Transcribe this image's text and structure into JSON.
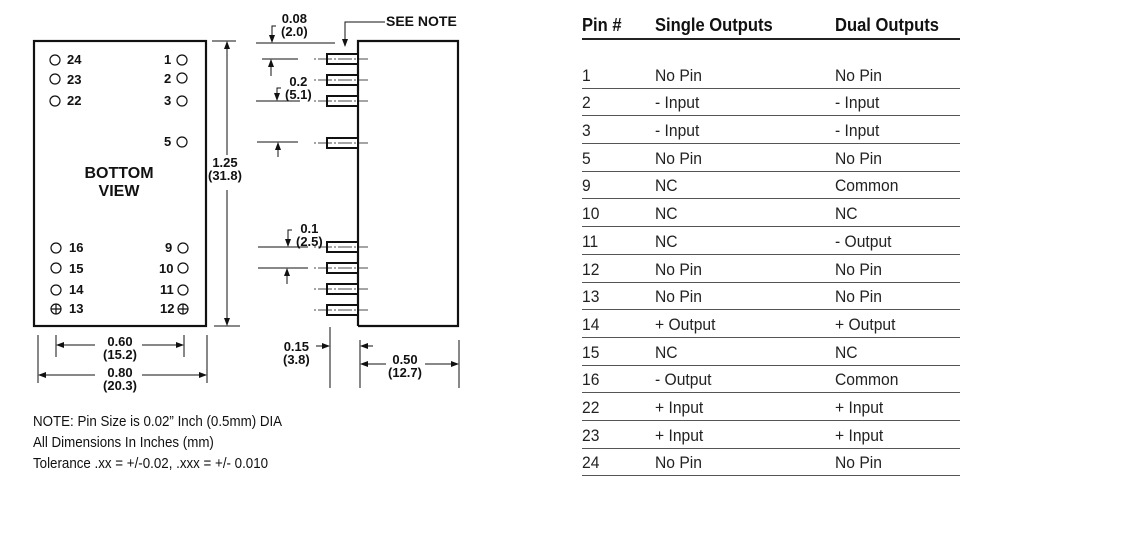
{
  "drawing": {
    "bottom_view_title": [
      "BOTTOM",
      "VIEW"
    ],
    "left_pins_top": [
      {
        "num": "24",
        "marker": "circle"
      },
      {
        "num": "23",
        "marker": "circle"
      },
      {
        "num": "22",
        "marker": "circle"
      }
    ],
    "right_pins_top": [
      {
        "num": "1",
        "marker": "circle"
      },
      {
        "num": "2",
        "marker": "circle"
      },
      {
        "num": "3",
        "marker": "circle"
      },
      {
        "num": "5",
        "marker": "circle"
      }
    ],
    "left_pins_bottom": [
      {
        "num": "16",
        "marker": "circle"
      },
      {
        "num": "15",
        "marker": "circle"
      },
      {
        "num": "14",
        "marker": "circle"
      },
      {
        "num": "13",
        "marker": "circle-plus"
      }
    ],
    "right_pins_bottom": [
      {
        "num": "9",
        "marker": "circle"
      },
      {
        "num": "10",
        "marker": "circle"
      },
      {
        "num": "11",
        "marker": "circle"
      },
      {
        "num": "12",
        "marker": "circle-plus"
      }
    ],
    "dimensions": {
      "height": {
        "in": "1.25",
        "mm": "(31.8)"
      },
      "pin_row_spacing": {
        "in": "0.60",
        "mm": "(15.2)"
      },
      "width": {
        "in": "0.80",
        "mm": "(20.3)"
      },
      "top_offset": {
        "in": "0.08",
        "mm": "(2.0)"
      },
      "pin_pitch_large": {
        "in": "0.2",
        "mm": "(5.1)"
      },
      "pin_pitch_small": {
        "in": "0.1",
        "mm": "(2.5)"
      },
      "pin_length": {
        "in": "0.15",
        "mm": "(3.8)"
      },
      "body_depth": {
        "in": "0.50",
        "mm": "(12.7)"
      }
    },
    "see_note_label": "SEE NOTE"
  },
  "notes": [
    "NOTE: Pin Size is 0.02” Inch (0.5mm) DIA",
    "All Dimensions In Inches (mm)",
    "Tolerance .xx = +/-0.02, .xxx = +/- 0.010"
  ],
  "pin_table": {
    "headers": [
      "Pin #",
      "Single Outputs",
      "Dual Outputs"
    ],
    "rows": [
      [
        "1",
        "No Pin",
        "No Pin"
      ],
      [
        "2",
        "- Input",
        "- Input"
      ],
      [
        "3",
        "- Input",
        "- Input"
      ],
      [
        "5",
        "No Pin",
        "No Pin"
      ],
      [
        "9",
        "NC",
        "Common"
      ],
      [
        "10",
        "NC",
        "NC"
      ],
      [
        "11",
        "NC",
        "- Output"
      ],
      [
        "12",
        "No Pin",
        "No Pin"
      ],
      [
        "13",
        "No Pin",
        "No Pin"
      ],
      [
        "14",
        "+ Output",
        "+ Output"
      ],
      [
        "15",
        "NC",
        "NC"
      ],
      [
        "16",
        "- Output",
        "Common"
      ],
      [
        "22",
        "+ Input",
        "+ Input"
      ],
      [
        "23",
        "+ Input",
        "+ Input"
      ],
      [
        "24",
        "No Pin",
        "No Pin"
      ]
    ]
  }
}
